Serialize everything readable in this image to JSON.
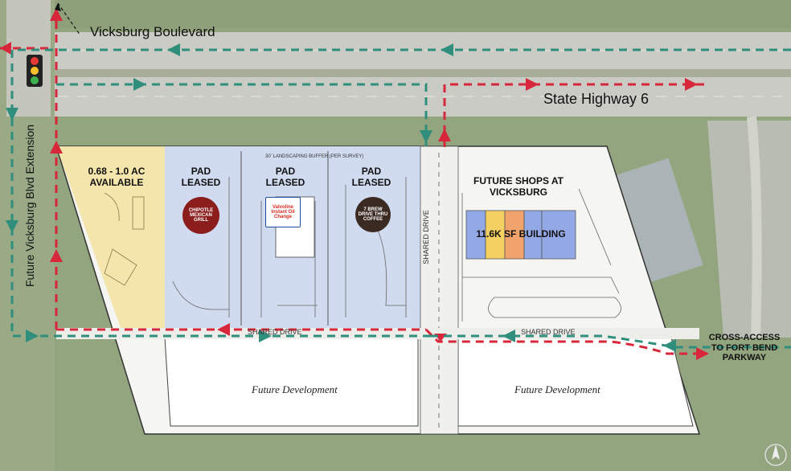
{
  "labels": {
    "vicksburg_blvd": "Vicksburg Boulevard",
    "highway": "State Highway 6",
    "future_ext": "Future Vicksburg Blvd Extension",
    "available": "0.68 - 1.0 AC\nAVAILABLE",
    "pad1": "PAD\nLEASED",
    "pad2": "PAD\nLEASED",
    "pad3": "PAD\nLEASED",
    "future_shops": "FUTURE SHOPS AT\nVICKSBURG",
    "building": "11.6K SF BUILDING",
    "shared_drive_v": "SHARED DRIVE",
    "shared_drive_h1": "SHARED DRIVE",
    "shared_drive_h2": "SHARED DRIVE",
    "cross_access": "CROSS-ACCESS\nTO FORT BEND\nPARKWAY",
    "future_dev_1": "Future Development",
    "future_dev_2": "Future Development",
    "buffer": "30' LANDSCAPING BUFFER (PER SURVEY)"
  },
  "logos": {
    "chipotle": "CHIPOTLE\nMEXICAN GRILL",
    "valvoline": "Valvoline\nInstant Oil Change",
    "seven_brew": "7 BREW\nDRIVE THRU COFFEE"
  },
  "colors": {
    "available_fill": "#f2e3a6",
    "leased_fill": "#cfd9ef",
    "building_blue": "#93a9e6",
    "building_yellow": "#f4d062",
    "building_orange": "#f0a36a",
    "arrow_red": "#d8263a",
    "arrow_green": "#2f8f7c"
  },
  "icons": {
    "traffic_light": "traffic-light-icon",
    "north_arrow": "north-arrow-icon"
  }
}
